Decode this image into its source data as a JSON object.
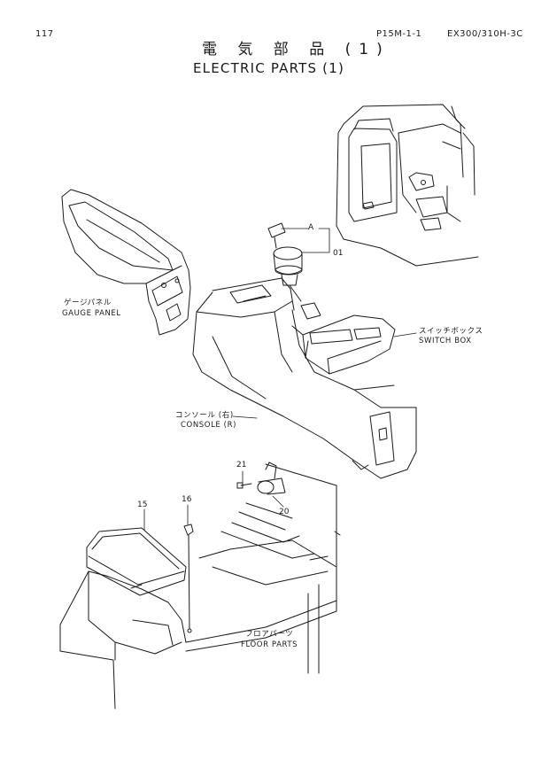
{
  "header": {
    "page_number": "117",
    "section_code": "P15M-1-1",
    "model": "EX300/310H-3C"
  },
  "title": {
    "japanese": "電 気 部 品 (1)",
    "english": "ELECTRIC PARTS (1)"
  },
  "labels": {
    "gauge_panel_jp": "ゲージパネル",
    "gauge_panel_en": "GAUGE PANEL",
    "switch_box_jp": "スイッチボックス",
    "switch_box_en": "SWITCH BOX",
    "console_jp": "コンソール (右)",
    "console_en": "CONSOLE (R)",
    "floor_parts_jp": "フロアパーツ",
    "floor_parts_en": "FLOOR PARTS"
  },
  "callouts": {
    "a": "A",
    "p01": "01",
    "p15": "15",
    "p16": "16",
    "p20": "20",
    "p21": "21"
  }
}
